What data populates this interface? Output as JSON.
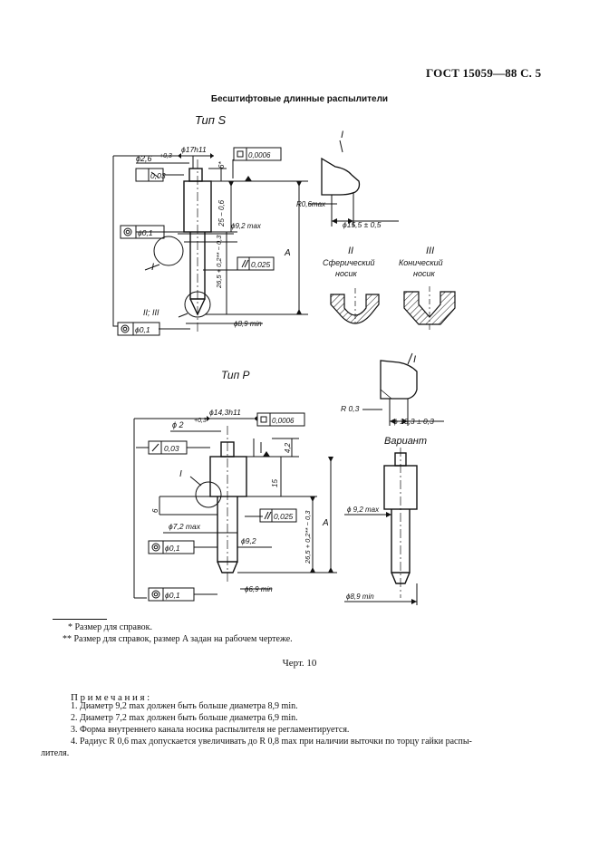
{
  "header": {
    "standard_page": "ГОСТ 15059—88 С. 5"
  },
  "section_title": "Бесштифтовые длинные распылители",
  "figure": {
    "type_s": {
      "label": "Тип S",
      "dims": {
        "d17": "ϕ17h11",
        "d26": "ϕ2,6",
        "d26_tol": "+0,3",
        "d92": "ϕ9,2 max",
        "d89": "ϕ8,9 min",
        "len25": "25 − 0,6",
        "len265": "26,5 + 0,2** − 0,3",
        "len_a": "A",
        "six": "6*",
        "r06": "R0,6max",
        "d155": "ϕ15,5 ± 0,5"
      },
      "tolerances": {
        "flat": "0,0006",
        "runout": "0,03",
        "concentric_top": "ϕ0,1",
        "parallel": "0,025",
        "concentric_bottom": "ϕ0,1"
      },
      "markers": {
        "view_i": "I",
        "detail_i": "I",
        "detail_ii_iii": "II; III"
      }
    },
    "nose_types": {
      "ii": {
        "roman": "II",
        "line1": "Сферический",
        "line2": "носик"
      },
      "iii": {
        "roman": "III",
        "line1": "Конический",
        "line2": "носик"
      }
    },
    "type_p": {
      "label": "Тип Р",
      "dims": {
        "d143": "ϕ14,3h11",
        "d2": "ϕ 2",
        "d2_tol": "+0,3",
        "d72": "ϕ7,2 max",
        "d92": "ϕ9,2",
        "d69": "ϕ6,9 min",
        "len42": "4,2",
        "len15": "15",
        "len6": "6",
        "len265": "26,5 + 0,2** − 0,3",
        "len_a": "A",
        "r03": "R 0,3",
        "d133": "ϕ 13,3 ± 0,3"
      },
      "tolerances": {
        "flat": "0,0006",
        "runout": "0,03",
        "parallel": "0,025",
        "concentric_top": "ϕ0,1",
        "concentric_bottom": "ϕ0,1"
      },
      "markers": {
        "view_i": "I",
        "detail_i": "I"
      }
    },
    "variant": {
      "label": "Вариант",
      "d92": "ϕ 9,2 max",
      "d89": "ϕ8,9 min"
    }
  },
  "footnotes": [
    "*  Размер для справок.",
    "**  Размер для справок, размер A задан на рабочем чертеже."
  ],
  "figure_caption": "Черт. 10",
  "notes": {
    "heading": "Примечания:",
    "items": [
      "1. Диаметр 9,2 max должен быть больше диаметра 8,9 min.",
      "2. Диаметр 7,2 max должен быть больше диаметра 6,9 min.",
      "3. Форма внутреннего канала носика распылителя не регламентируется.",
      "4. Радиус R 0,6 max допускается увеличивать до R 0,8 max при наличии выточки по торцу гайки распы-",
      "лителя."
    ]
  }
}
